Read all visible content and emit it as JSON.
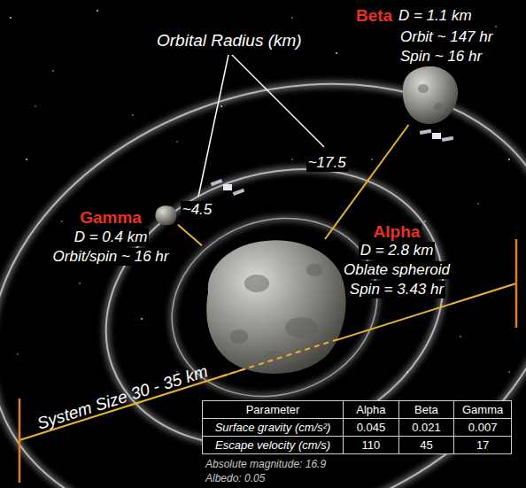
{
  "diagram": {
    "nodes": [
      {
        "text": [
          "Alpha",
          "D = 2.8 km",
          "Oblate spheroid",
          "Spin = 3.43 hr"
        ]
      },
      {
        "text": [
          "Beta",
          "D = 1.1 km",
          "Orbit ~ 147 hr",
          "Spin ~ 16 hr"
        ]
      },
      {
        "text": [
          "Gamma",
          "D = 0.4 km",
          "Orbit/spin ~ 16 hr"
        ]
      }
    ],
    "edges": [
      {
        "from": 0,
        "to": 1,
        "arrow": "none",
        "label": "~17.5"
      },
      {
        "from": 0,
        "to": 2,
        "arrow": "none",
        "label": "~4.5"
      }
    ],
    "labels": [
      "Orbital Radius (km)",
      "System Size 30 - 35 km",
      "Parameter",
      "Alpha",
      "Beta",
      "Gamma",
      "Surface gravity (cm/s²)",
      "0.045",
      "0.021",
      "0.007",
      "Escape velocity (cm/s)",
      "110",
      "45",
      "17",
      "Absolute magnitude: 16.9",
      "Albedo: 0.05"
    ]
  }
}
